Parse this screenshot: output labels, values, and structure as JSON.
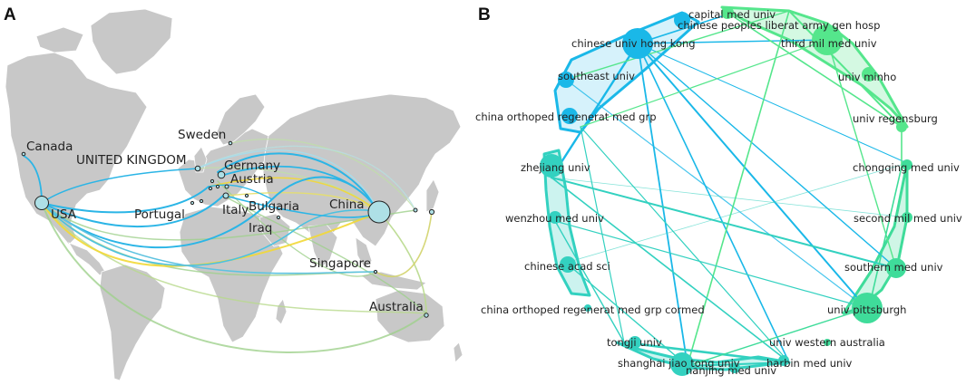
{
  "panel_a": {
    "letter": "A",
    "countries": [
      {
        "name": "Canada"
      },
      {
        "name": "UNITED KINGDOM"
      },
      {
        "name": "Sweden"
      },
      {
        "name": "Germany"
      },
      {
        "name": "Austria"
      },
      {
        "name": "USA"
      },
      {
        "name": "Portugal"
      },
      {
        "name": "Italy"
      },
      {
        "name": "Bulgaria"
      },
      {
        "name": "China"
      },
      {
        "name": "Iraq"
      },
      {
        "name": "Singapore"
      },
      {
        "name": "Australia"
      }
    ],
    "colors": {
      "land": "#c8c8c8",
      "water": "#ffffff",
      "link_blue": "#2bb5e6",
      "link_yellow": "#f2d835",
      "link_green": "#9fd18c",
      "node_fill": "#aee0e6"
    }
  },
  "panel_b": {
    "letter": "B",
    "nodes": [
      {
        "label": "capital med univ"
      },
      {
        "label": "chinese peoples liberat army gen hosp"
      },
      {
        "label": "third mil med univ"
      },
      {
        "label": "chinese univ hong kong"
      },
      {
        "label": "univ minho"
      },
      {
        "label": "southeast univ"
      },
      {
        "label": "univ regensburg"
      },
      {
        "label": "china orthoped regenerat med grp"
      },
      {
        "label": "chongqing med univ"
      },
      {
        "label": "zhejiang univ"
      },
      {
        "label": "wenzhou med univ"
      },
      {
        "label": "second mil med univ"
      },
      {
        "label": "chinese acad sci"
      },
      {
        "label": "southern med univ"
      },
      {
        "label": "china orthoped regenerat med grp cormed"
      },
      {
        "label": "univ pittsburgh"
      },
      {
        "label": "tongji univ"
      },
      {
        "label": "univ western australia"
      },
      {
        "label": "shanghai jiao tong univ"
      },
      {
        "label": "harbin med univ"
      },
      {
        "label": "nanjing med univ"
      }
    ],
    "colors": {
      "cluster_blue": "#1ab8e8",
      "cluster_teal": "#33d1c0",
      "cluster_green": "#55e68c",
      "cluster_mint": "#3fdc9a"
    }
  }
}
